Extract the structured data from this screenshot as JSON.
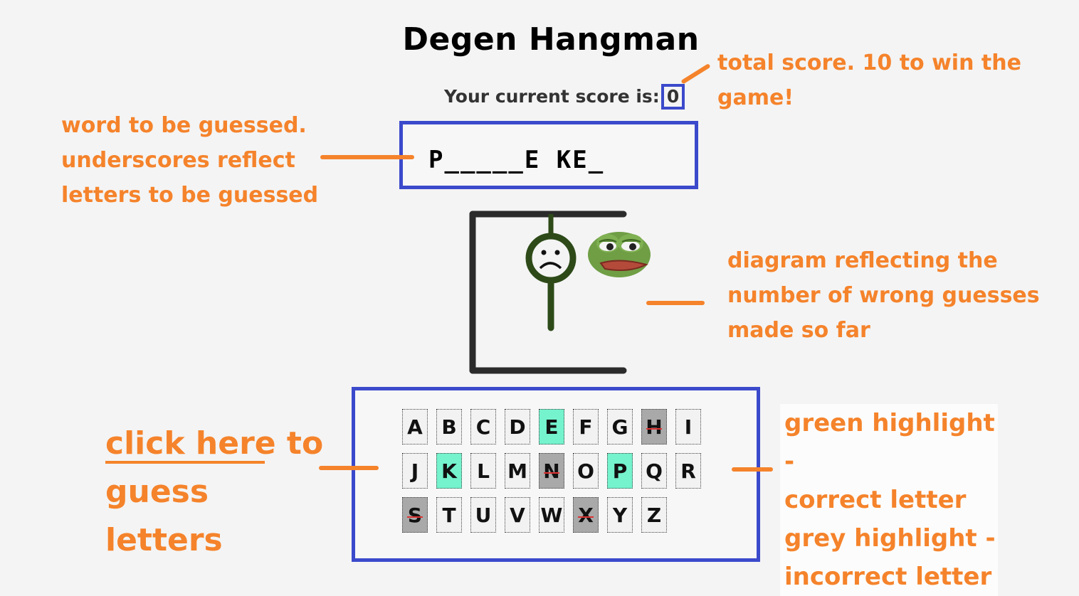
{
  "title": "Degen Hangman",
  "score": {
    "label": "Your current score is:",
    "value": "0"
  },
  "word": {
    "display": "P_____E KE_"
  },
  "keyboard": {
    "colors": {
      "correct": "#74f3cd",
      "wrong": "#a9a9a9"
    },
    "keys": [
      {
        "letter": "A",
        "state": "unused"
      },
      {
        "letter": "B",
        "state": "unused"
      },
      {
        "letter": "C",
        "state": "unused"
      },
      {
        "letter": "D",
        "state": "unused"
      },
      {
        "letter": "E",
        "state": "correct"
      },
      {
        "letter": "F",
        "state": "unused"
      },
      {
        "letter": "G",
        "state": "unused"
      },
      {
        "letter": "H",
        "state": "wrong"
      },
      {
        "letter": "I",
        "state": "unused"
      },
      {
        "letter": "J",
        "state": "unused"
      },
      {
        "letter": "K",
        "state": "correct"
      },
      {
        "letter": "L",
        "state": "unused"
      },
      {
        "letter": "M",
        "state": "unused"
      },
      {
        "letter": "N",
        "state": "wrong"
      },
      {
        "letter": "O",
        "state": "unused"
      },
      {
        "letter": "P",
        "state": "correct"
      },
      {
        "letter": "Q",
        "state": "unused"
      },
      {
        "letter": "R",
        "state": "unused"
      },
      {
        "letter": "S",
        "state": "wrong"
      },
      {
        "letter": "T",
        "state": "unused"
      },
      {
        "letter": "U",
        "state": "unused"
      },
      {
        "letter": "V",
        "state": "unused"
      },
      {
        "letter": "W",
        "state": "unused"
      },
      {
        "letter": "X",
        "state": "wrong"
      },
      {
        "letter": "Y",
        "state": "unused"
      },
      {
        "letter": "Z",
        "state": "unused"
      }
    ]
  },
  "annotations": {
    "word": "word to be guessed. underscores reflect letters to be guessed",
    "score": "total score. 10 to win the game!",
    "diagram": "diagram reflecting the number of wrong guesses made so far",
    "highlight_1": "green highlight -",
    "highlight_2": "correct letter",
    "highlight_3": "grey highlight -",
    "highlight_4": "incorrect letter",
    "click": "click here to guess letters"
  },
  "icons": {
    "hangman": "sad-face-stick-figure-icon",
    "mascot": "pepe-frog-icon"
  },
  "accent_color": "#f5832b",
  "frame_color": "#3b4acb"
}
